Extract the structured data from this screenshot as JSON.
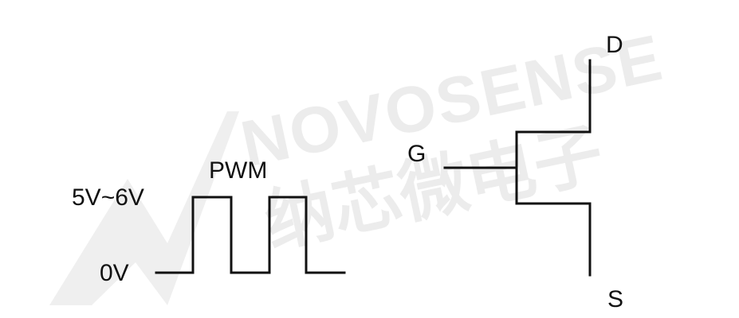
{
  "watermark": {
    "latin": "NOVOSENSE",
    "cjk": "纳芯微电子"
  },
  "pwm": {
    "title": "PWM",
    "high_level": "5V~6V",
    "low_level": "0V"
  },
  "transistor": {
    "gate": "G",
    "drain": "D",
    "source": "S"
  },
  "colors": {
    "line": "#111111",
    "watermark": "#e9e9e9"
  }
}
